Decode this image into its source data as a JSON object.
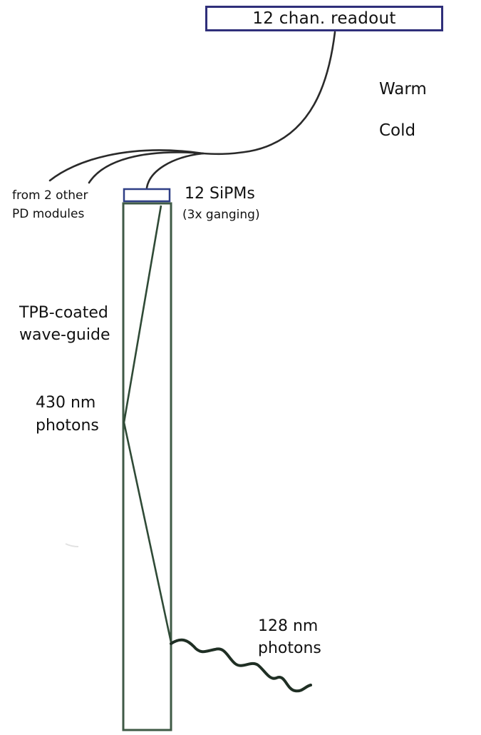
{
  "readout": {
    "label": "12 chan. readout"
  },
  "thermal": {
    "warm_label": "Warm",
    "cold_label": "Cold"
  },
  "sipm": {
    "label": "12 SiPMs",
    "sublabel": "(3x ganging)"
  },
  "other_modules": {
    "line1": "from 2 other",
    "line2": "PD modules"
  },
  "waveguide": {
    "line1": "TPB-coated",
    "line2": "wave-guide"
  },
  "visible_photons": {
    "line1": "430 nm",
    "line2": "photons"
  },
  "uv_photons": {
    "line1": "128 nm",
    "line2": "photons"
  },
  "colors": {
    "readout_border": "#2f2f7a",
    "sipm_border": "#2f3f86",
    "waveguide": "#3f5a46",
    "cable": "#2a2a2a",
    "boundary": "#c8c8c8"
  },
  "icons": {
    "uv_photon": "wavy-arrow",
    "visible_photon_path": "zigzag-ray"
  }
}
